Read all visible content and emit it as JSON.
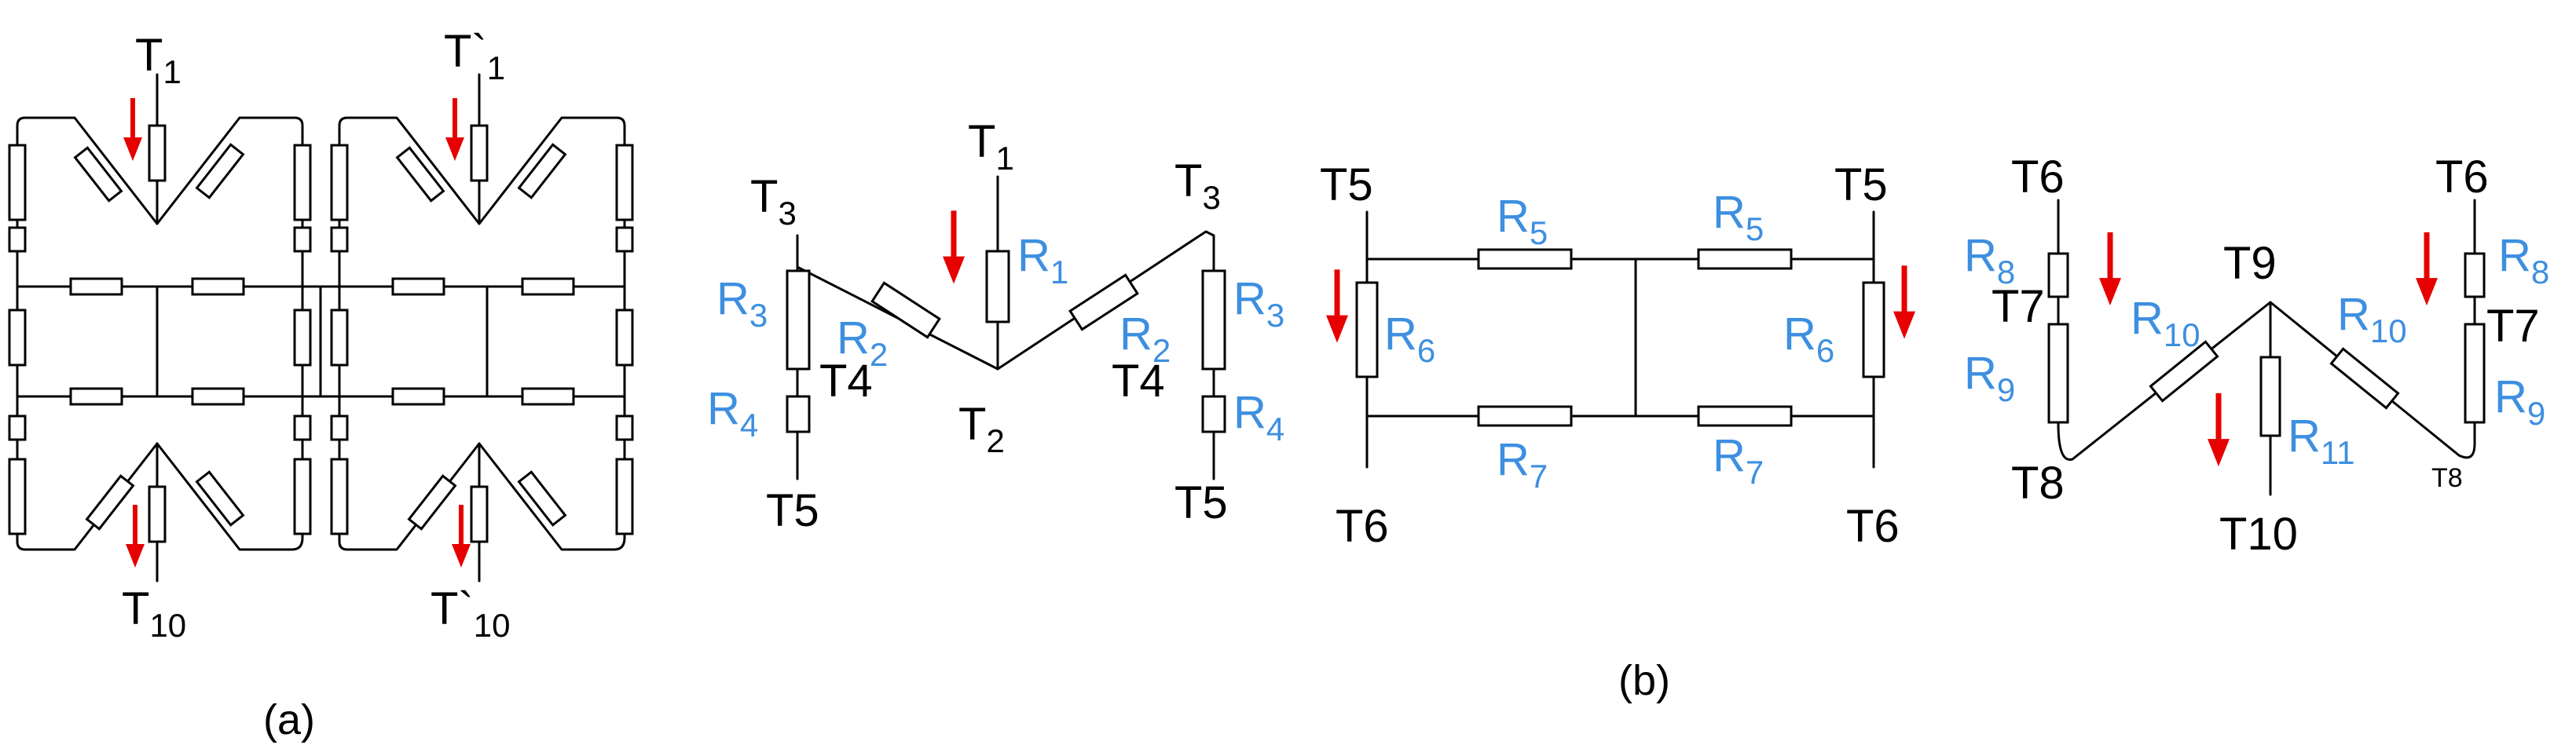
{
  "colors": {
    "wire": "#000000",
    "label_black": "#000000",
    "label_blue": "#3d8fe0",
    "arrow": "#e60000"
  },
  "captions": {
    "a": "(a)",
    "b": "(b)"
  },
  "panel_a": {
    "top_left": "T",
    "top_left_sub": "1",
    "top_right": "T`",
    "top_right_sub": "1",
    "bottom_left": "T",
    "bottom_left_sub": "10",
    "bottom_right": "T`",
    "bottom_right_sub": "10"
  },
  "panel_b1": {
    "T1": "T",
    "T1_sub": "1",
    "T2": "T",
    "T2_sub": "2",
    "T3_left": "T",
    "T3_left_sub": "3",
    "T3_right": "T",
    "T3_right_sub": "3",
    "T4_left": "T4",
    "T4_right": "T4",
    "T5_left": "T5",
    "T5_right": "T5",
    "R1": "R",
    "R1_sub": "1",
    "R2_left": "R",
    "R2_left_sub": "2",
    "R2_right": "R",
    "R2_right_sub": "2",
    "R3_left": "R",
    "R3_left_sub": "3",
    "R3_right": "R",
    "R3_right_sub": "3",
    "R4_left": "R",
    "R4_left_sub": "4",
    "R4_right": "R",
    "R4_right_sub": "4"
  },
  "panel_b2": {
    "T5_left": "T5",
    "T5_right": "T5",
    "T6_left": "T6",
    "T6_right": "T6",
    "R5_left": "R",
    "R5_left_sub": "5",
    "R5_right": "R",
    "R5_right_sub": "5",
    "R6_left": "R",
    "R6_left_sub": "6",
    "R6_right": "R",
    "R6_right_sub": "6",
    "R7_left": "R",
    "R7_left_sub": "7",
    "R7_right": "R",
    "R7_right_sub": "7"
  },
  "panel_b3": {
    "T6_left": "T6",
    "T6_right": "T6",
    "T7_left": "T7",
    "T7_right": "T7",
    "T8_left": "T8",
    "T8_right": "T8",
    "T9": "T9",
    "T10": "T10",
    "R8_left": "R",
    "R8_left_sub": "8",
    "R8_right": "R",
    "R8_right_sub": "8",
    "R9_left": "R",
    "R9_left_sub": "9",
    "R9_right": "R",
    "R9_right_sub": "9",
    "R10_left": "R",
    "R10_left_sub": "10",
    "R10_right": "R",
    "R10_right_sub": "10",
    "R11": "R",
    "R11_sub": "11"
  }
}
